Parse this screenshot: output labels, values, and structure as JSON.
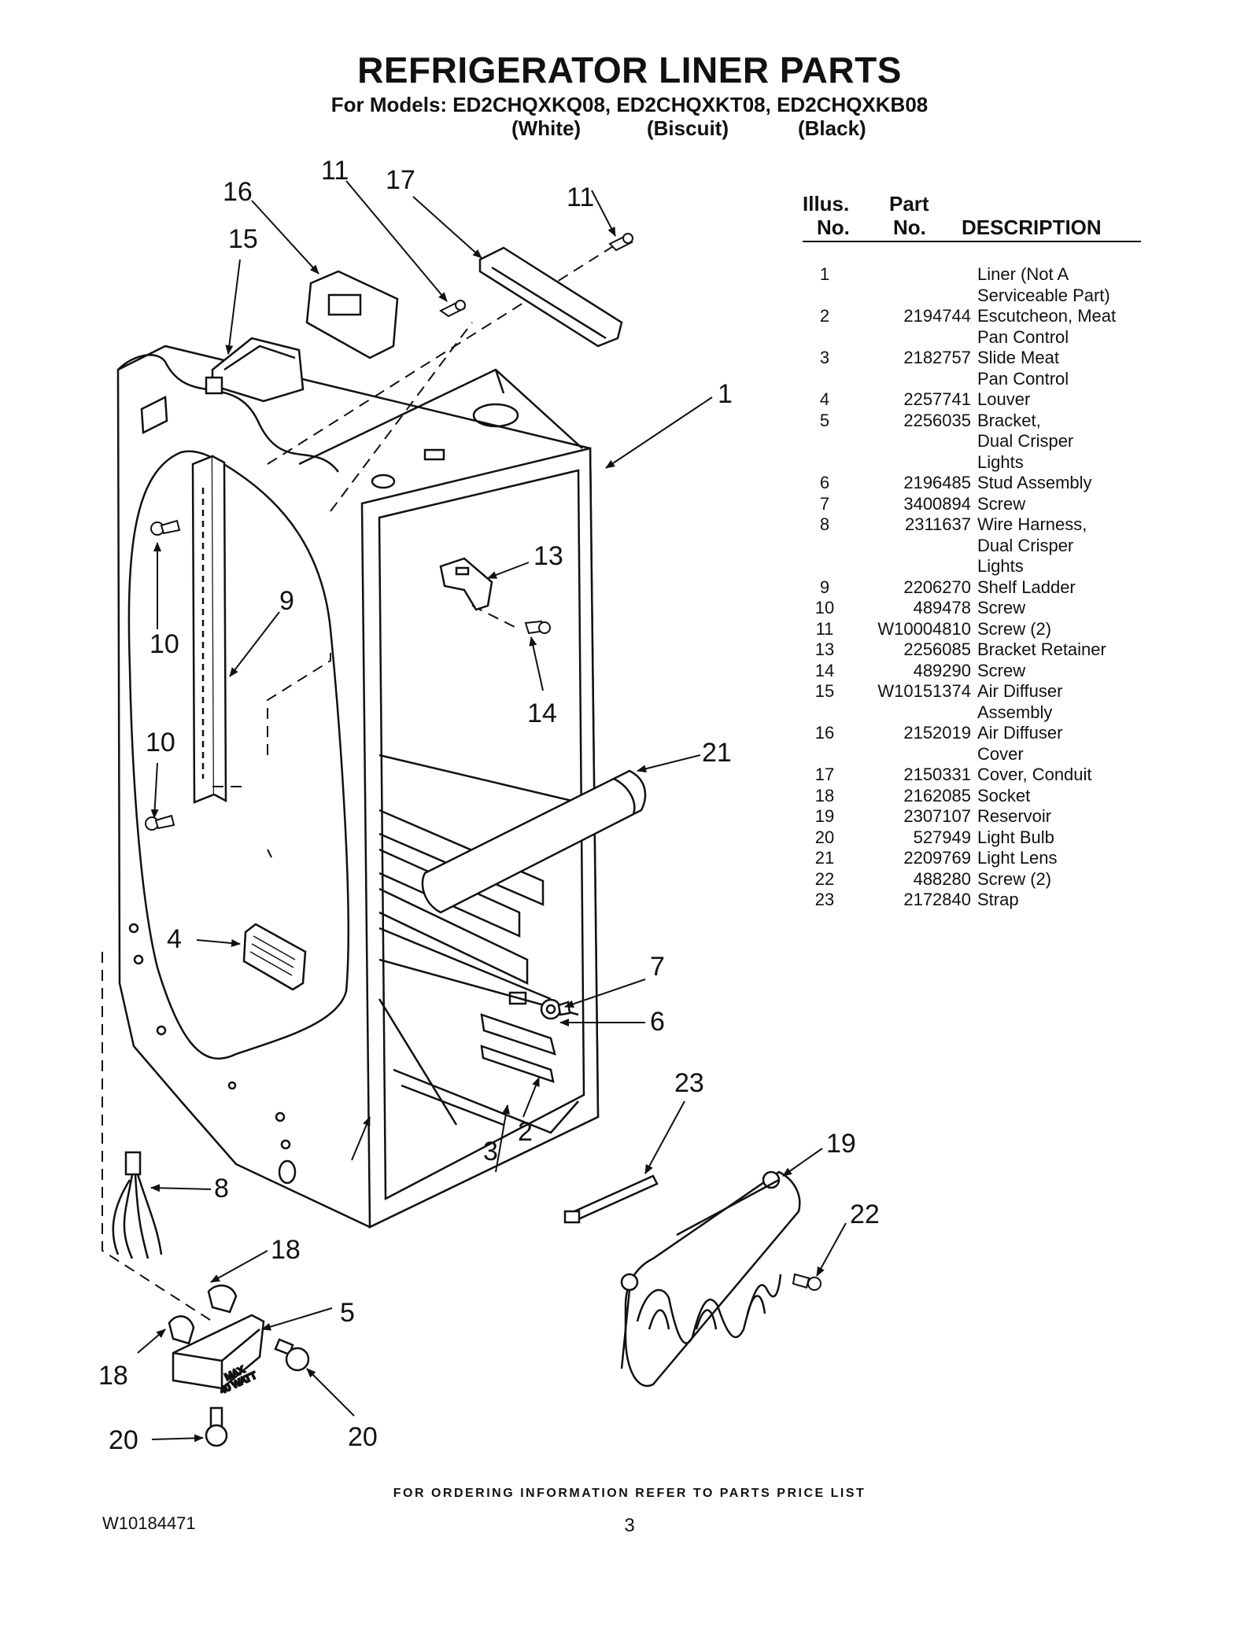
{
  "title": "REFRIGERATOR LINER PARTS",
  "models_line": "For Models: ED2CHQXKQ08, ED2CHQXKT08, ED2CHQXKB08",
  "model_colors": [
    "(White)",
    "(Biscuit)",
    "(Black)"
  ],
  "table": {
    "header_illus_1": "Illus.",
    "header_illus_2": "No.",
    "header_part_1": "Part",
    "header_part_2": "No.",
    "header_desc": "DESCRIPTION",
    "rows": [
      {
        "num": "1",
        "part": "",
        "desc": [
          "Liner (Not A",
          "Serviceable Part)"
        ]
      },
      {
        "num": "2",
        "part": "2194744",
        "desc": [
          "Escutcheon, Meat",
          "Pan Control"
        ]
      },
      {
        "num": "3",
        "part": "2182757",
        "desc": [
          "Slide Meat",
          "Pan Control"
        ]
      },
      {
        "num": "4",
        "part": "2257741",
        "desc": [
          "Louver"
        ]
      },
      {
        "num": "5",
        "part": "2256035",
        "desc": [
          "Bracket,",
          "Dual Crisper",
          "Lights"
        ]
      },
      {
        "num": "6",
        "part": "2196485",
        "desc": [
          "Stud Assembly"
        ]
      },
      {
        "num": "7",
        "part": "3400894",
        "desc": [
          "Screw"
        ]
      },
      {
        "num": "8",
        "part": "2311637",
        "desc": [
          "Wire Harness,",
          "Dual Crisper",
          "Lights"
        ]
      },
      {
        "num": "9",
        "part": "2206270",
        "desc": [
          "Shelf Ladder"
        ]
      },
      {
        "num": "10",
        "part": "489478",
        "desc": [
          "Screw"
        ]
      },
      {
        "num": "11",
        "part": "W10004810",
        "desc": [
          "Screw (2)"
        ]
      },
      {
        "num": "13",
        "part": "2256085",
        "desc": [
          "Bracket Retainer"
        ]
      },
      {
        "num": "14",
        "part": "489290",
        "desc": [
          "Screw"
        ]
      },
      {
        "num": "15",
        "part": "W10151374",
        "desc": [
          "Air Diffuser",
          "Assembly"
        ]
      },
      {
        "num": "16",
        "part": "2152019",
        "desc": [
          "Air Diffuser",
          "Cover"
        ]
      },
      {
        "num": "17",
        "part": "2150331",
        "desc": [
          "Cover, Conduit"
        ]
      },
      {
        "num": "18",
        "part": "2162085",
        "desc": [
          "Socket"
        ]
      },
      {
        "num": "19",
        "part": "2307107",
        "desc": [
          "Reservoir"
        ]
      },
      {
        "num": "20",
        "part": "527949",
        "desc": [
          "Light Bulb"
        ]
      },
      {
        "num": "21",
        "part": "2209769",
        "desc": [
          "Light Lens"
        ]
      },
      {
        "num": "22",
        "part": "488280",
        "desc": [
          "Screw (2)"
        ]
      },
      {
        "num": "23",
        "part": "2172840",
        "desc": [
          "Strap"
        ]
      }
    ]
  },
  "callouts": {
    "c1": "1",
    "c2": "2",
    "c3": "3",
    "c4": "4",
    "c5": "5",
    "c6": "6",
    "c7": "7",
    "c8": "8",
    "c9": "9",
    "c10a": "10",
    "c10b": "10",
    "c11a": "11",
    "c11b": "11",
    "c13": "13",
    "c14": "14",
    "c15": "15",
    "c16": "16",
    "c17": "17",
    "c18a": "18",
    "c18b": "18",
    "c19": "19",
    "c20a": "20",
    "c20b": "20",
    "c21": "21",
    "c22": "22",
    "c23": "23"
  },
  "bracket_label_1": "MAX",
  "bracket_label_2": "40 WATT",
  "footer": "FOR ORDERING INFORMATION REFER TO PARTS PRICE LIST",
  "doc_number": "W10184471",
  "page_number": "3"
}
